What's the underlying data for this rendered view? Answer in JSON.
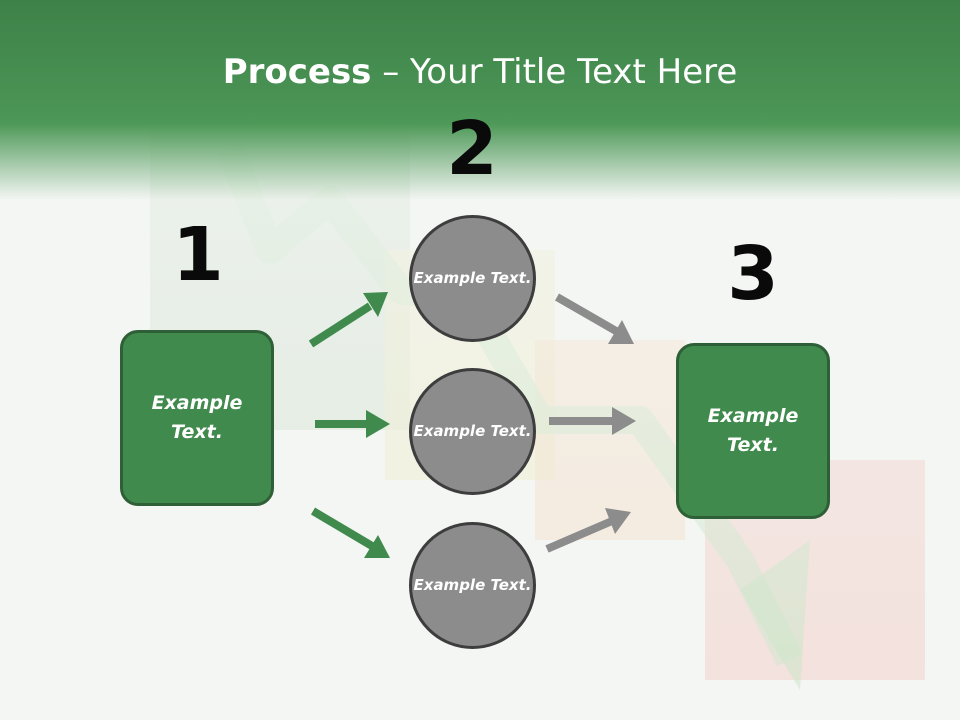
{
  "title": {
    "bold": "Process",
    "rest": " – Your Title Text Here"
  },
  "numbers": [
    "1",
    "2",
    "3"
  ],
  "left_box": {
    "text": "Example Text."
  },
  "circles": [
    {
      "text": "Example Text."
    },
    {
      "text": "Example Text."
    },
    {
      "text": "Example Text."
    }
  ],
  "right_box": {
    "text": "Example Text."
  },
  "colors": {
    "header": "#4a9455",
    "box": "#3f8a4c",
    "circle": "#8c8c8c",
    "green_arrow": "#3f8a4c",
    "gray_arrow": "#8c8c8c"
  }
}
